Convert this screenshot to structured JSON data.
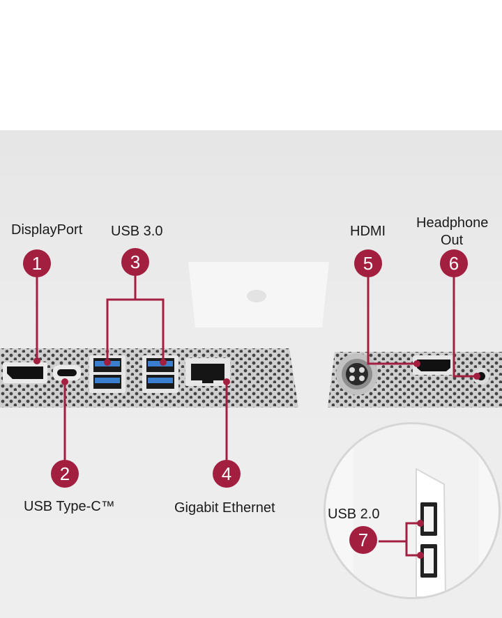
{
  "labels": {
    "displayport": "DisplayPort",
    "usb30": "USB 3.0",
    "hdmi": "HDMI",
    "headphone_line1": "Headphone",
    "headphone_line2": "Out",
    "usbc": "USB Type-C™",
    "ethernet": "Gigabit Ethernet",
    "usb20": "USB 2.0"
  },
  "badges": [
    "1",
    "2",
    "3",
    "4",
    "5",
    "6",
    "7"
  ],
  "colors": {
    "accent": "#a31f3f",
    "panel": "#d3d3d3",
    "usb3_blue": "#3a7fd0"
  }
}
